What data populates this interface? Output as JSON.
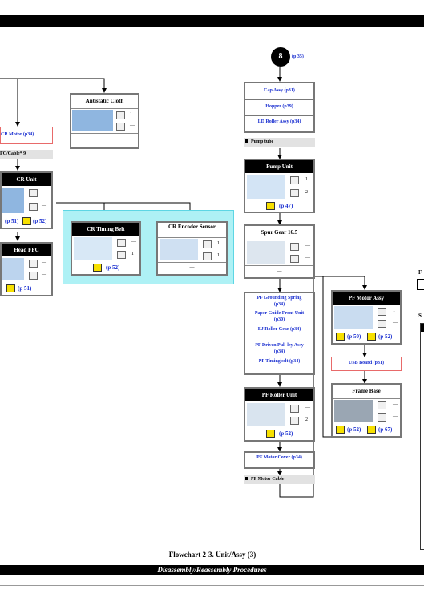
{
  "page": {
    "caption": "Flowchart 2-3.  Unit/Assy (3)",
    "footer": "Disassembly/Reassembly Procedures"
  },
  "colors": {
    "link_blue": "#1a2fd0",
    "highlight_cyan": "#aef1f5",
    "red_border": "#e86a6a",
    "yellow_icon": "#f7e000"
  },
  "icons": [
    "screw-icon",
    "screwdriver-icon",
    "wrench-icon",
    "hook-icon"
  ],
  "left": {
    "cr_motor": "CR Motor (p34)",
    "fc_cable": "FC/Cable* 9",
    "cr_unit": "CR Unit",
    "cr_unit_ref_1": "(p 51)",
    "cr_unit_ref_2": "(p 52)",
    "head_ffc": "Head FFC",
    "head_ffc_ref": "(p 51)",
    "dash": "—"
  },
  "antistatic": {
    "title": "Antistatic Cloth",
    "count": "1",
    "dash": "—",
    "footer": "—"
  },
  "cr_timing_belt": {
    "title": "CR Timing Belt",
    "count1": "—",
    "count2": "1",
    "ref": "(p 52)"
  },
  "cr_encoder": {
    "title": "CR Encoder Sensor",
    "count1": "1",
    "count2": "1",
    "footer": "—"
  },
  "column8": {
    "circle": "8",
    "circle_ref": "(p 35)",
    "links_top": [
      "Cap Assy (p31)",
      "Hopper (p39)",
      "LD Roller Assy (p34)"
    ],
    "pump_tube": "Pump tube",
    "pump_unit": {
      "title": "Pump Unit",
      "count1": "1",
      "count2": "2",
      "ref": "(p 47)"
    },
    "spur_gear": {
      "title": "Spur Gear 16.5",
      "count1": "—",
      "count2": "—",
      "footer": "—"
    },
    "links_mid": [
      "PF Grounding Spring (p34)",
      "Paper Guide Front Unit (p30)",
      "EJ Roller Gear (p34)",
      "PF Driven Pul- ley Assy (p34)",
      "PF Timingbelt (p34)"
    ],
    "pf_roller": {
      "title": "PF Roller Unit",
      "count1": "—",
      "count2": "2",
      "ref": "(p 52)"
    },
    "pf_motor_cover": "PF Motor Cover (p34)",
    "pf_motor_cable": "PF Motor Cable"
  },
  "right": {
    "pf_motor_assy": {
      "title": "PF Motor Assy",
      "count1": "1",
      "count2": "—",
      "ref1": "(p 50)",
      "ref2": "(p 52)"
    },
    "usb_board": "USB Board (p31)",
    "frame_base": {
      "title": "Frame Base",
      "count1": "—",
      "count2": "—",
      "ref1": "(p 52)",
      "ref2": "(p 67)"
    }
  },
  "edge": {
    "f": "F",
    "s": "S"
  }
}
